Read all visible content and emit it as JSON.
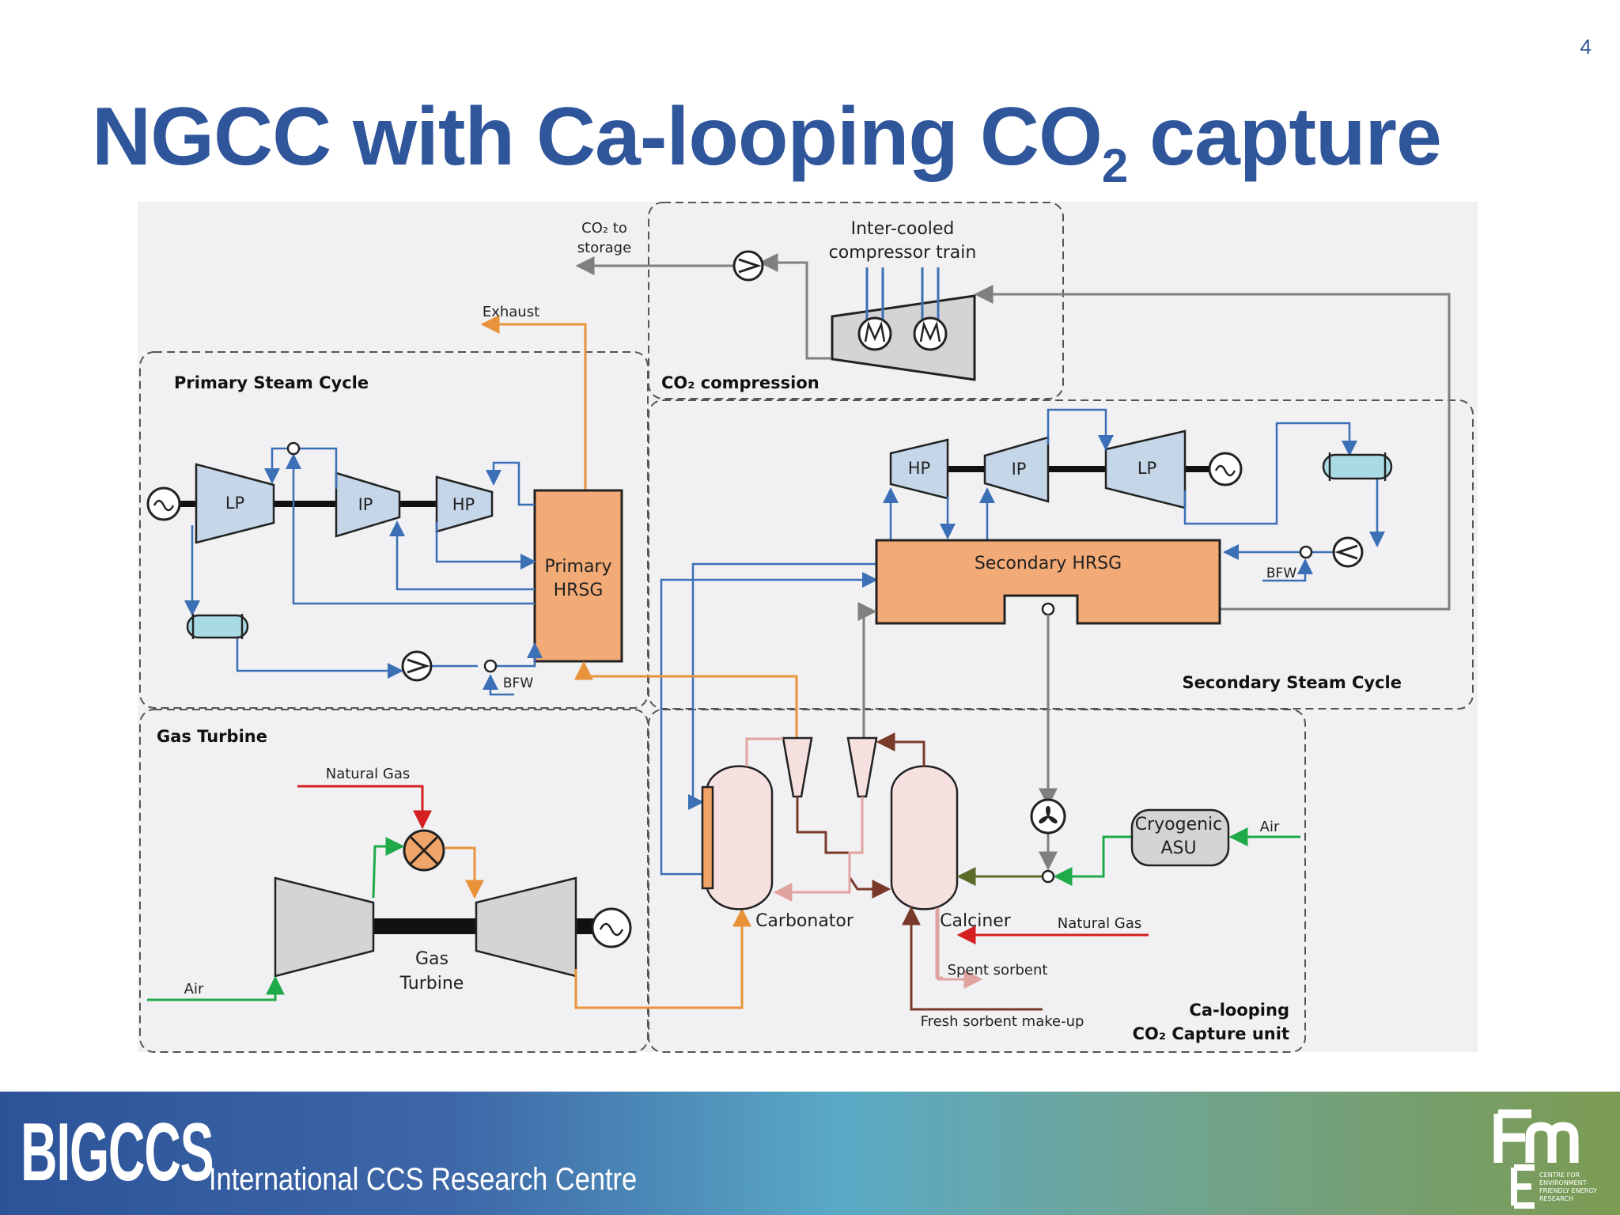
{
  "slide": {
    "number": "4",
    "title_main": "NGCC with Ca-looping CO",
    "title_sub": "2",
    "title_end": " capture"
  },
  "diagram": {
    "co2_storage_line1": "CO₂ to",
    "co2_storage_line2": "storage",
    "intercooled_line1": "Inter-cooled",
    "intercooled_line2": "compressor train",
    "exhaust": "Exhaust",
    "co2_compression": "CO₂ compression",
    "primary_steam_cycle": "Primary Steam Cycle",
    "secondary_steam_cycle": "Secondary Steam Cycle",
    "gas_turbine_section": "Gas Turbine",
    "ca_looping_line1": "Ca-looping",
    "ca_looping_line2": "CO₂ Capture unit",
    "lp": "LP",
    "ip": "IP",
    "hp": "HP",
    "primary_hrsg_line1": "Primary",
    "primary_hrsg_line2": "HRSG",
    "secondary_hrsg": "Secondary HRSG",
    "bfw": "BFW",
    "natural_gas": "Natural Gas",
    "air": "Air",
    "gas_turbine_line1": "Gas",
    "gas_turbine_line2": "Turbine",
    "carbonator": "Carbonator",
    "calciner": "Calciner",
    "cryogenic_line1": "Cryogenic",
    "cryogenic_line2": "ASU",
    "spent_sorbent": "Spent sorbent",
    "fresh_sorbent": "Fresh sorbent make-up"
  },
  "footer": {
    "brand": "BIGCCS",
    "tagline": "International CCS Research Centre",
    "logo_text": [
      "CENTRE FOR",
      "ENVIRONMENT-",
      "FRIENDLY ENERGY",
      "RESEARCH"
    ]
  },
  "colors": {
    "title": "#2f559b",
    "steam": "#3b6fb6",
    "exhaust": "#e8923a",
    "co2": "#7f7f7f",
    "natural_gas": "#d42020",
    "air": "#1faa4a",
    "sorbent_dark": "#7a3a2a",
    "sorbent_light": "#e0a3a0",
    "hrsg_fill": "#f2aa76",
    "turbine_fill": "#c5d6e8",
    "gas_turbine_fill": "#d4d4d4",
    "vessel_fill": "#f7e0e0"
  },
  "icons": [
    "generator-icon",
    "pump-icon",
    "heat-exchanger-icon",
    "compressor-icon",
    "mixer-icon",
    "blower-icon"
  ]
}
